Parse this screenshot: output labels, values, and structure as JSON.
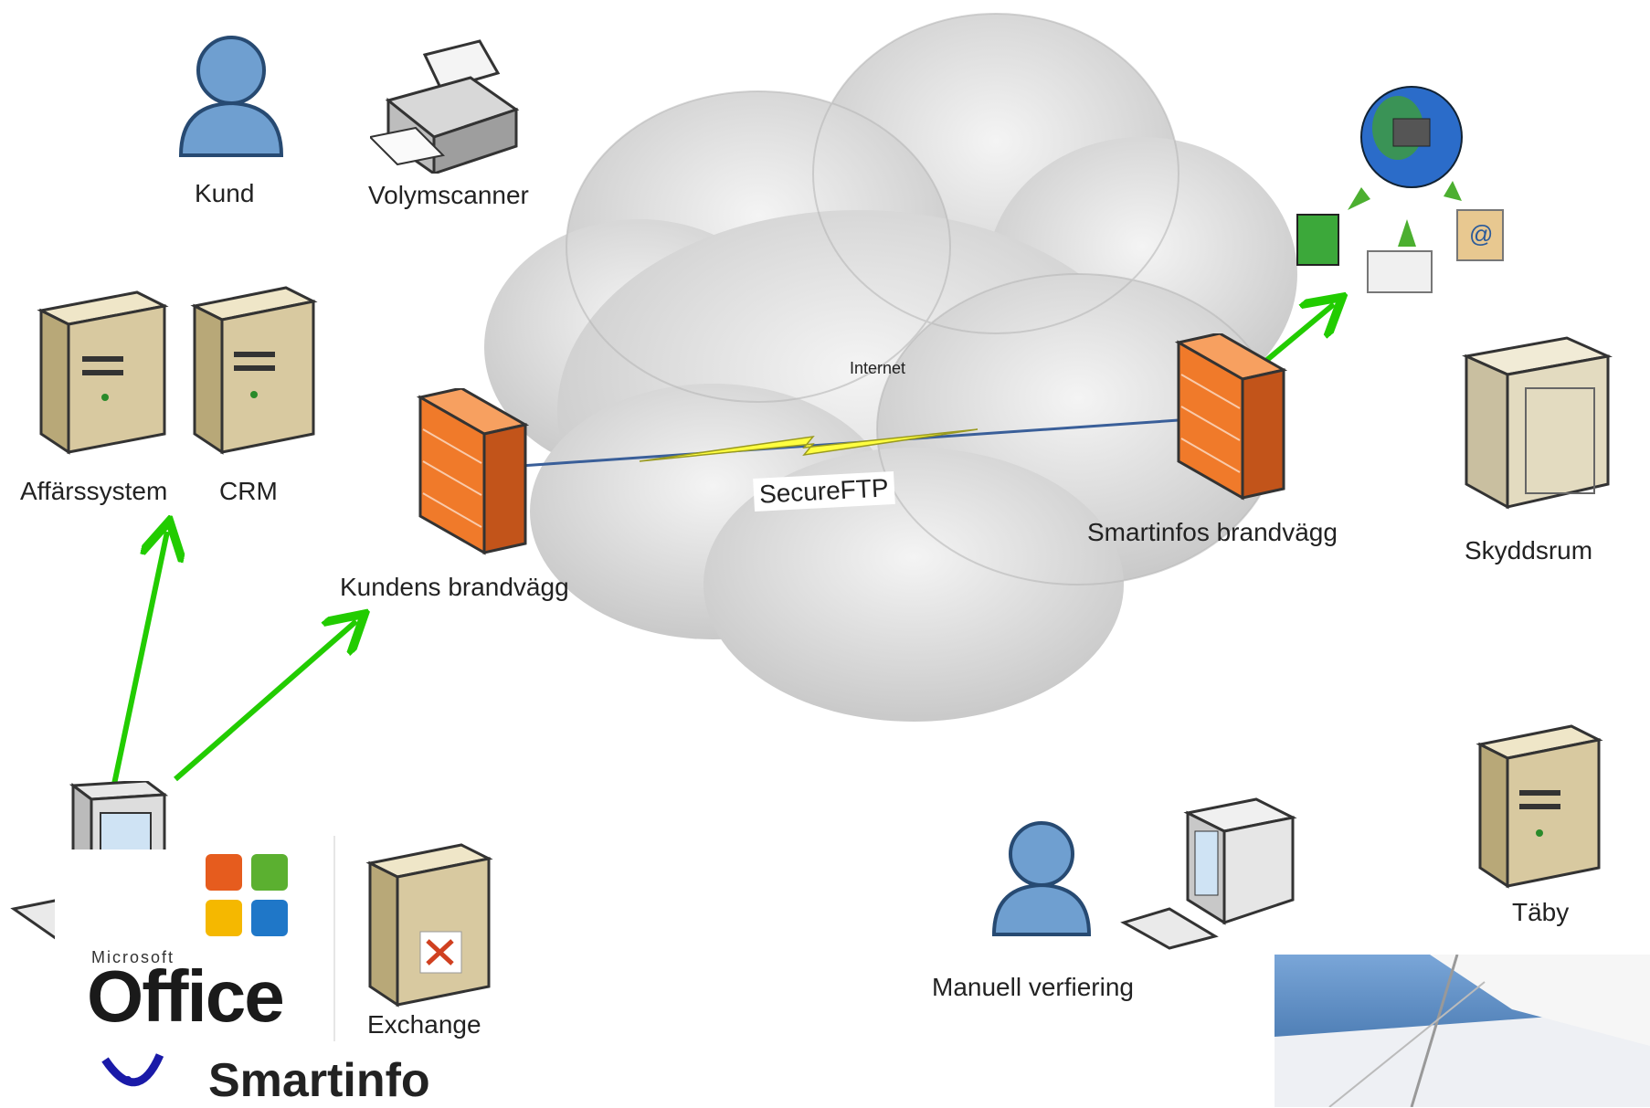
{
  "labels": {
    "kund": "Kund",
    "volymscanner": "Volymscanner",
    "affarssystem": "Affärssystem",
    "crm": "CRM",
    "kundens_brandvagg": "Kundens brandvägg",
    "internet": "Internet",
    "secureftp": "SecureFTP",
    "smartinfos_brandvagg": "Smartinfos brandvägg",
    "skyddsrum": "Skyddsrum",
    "taby": "Täby",
    "manuell_verfiering": "Manuell verfiering",
    "exchange": "Exchange"
  },
  "office_logo": {
    "microsoft": "Microsoft",
    "office": "Office"
  },
  "brand": {
    "name": "Smartinfo"
  },
  "colors": {
    "arrow": "#22cc00",
    "firewall": "#f07a2a",
    "server": "#d8c9a0",
    "person": "#6f9fd0",
    "cloud": "#d6d6d6"
  }
}
